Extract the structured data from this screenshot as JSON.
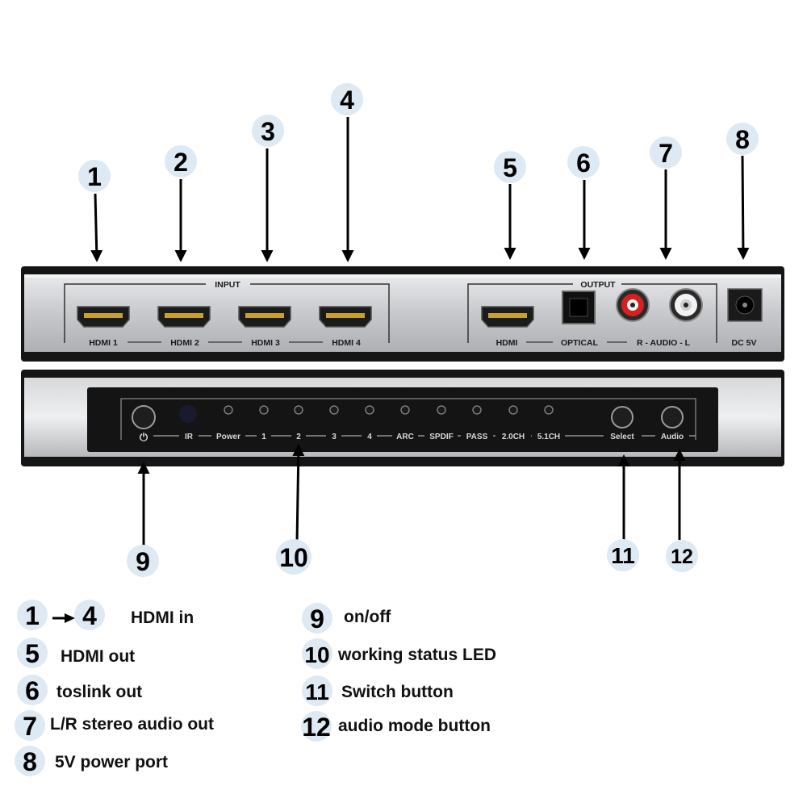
{
  "device": {
    "rear_panel": {
      "input_group_label": "INPUT",
      "output_group_label": "OUTPUT",
      "ports": [
        {
          "label": "HDMI 1"
        },
        {
          "label": "HDMI 2"
        },
        {
          "label": "HDMI 3"
        },
        {
          "label": "HDMI 4"
        },
        {
          "label": "HDMI"
        },
        {
          "label": "OPTICAL"
        },
        {
          "label": "R - AUDIO - L"
        },
        {
          "label": "DC 5V"
        }
      ]
    },
    "front_panel": {
      "power_symbol": "⏻",
      "indicators": [
        "IR",
        "Power",
        "1",
        "2",
        "3",
        "4",
        "ARC",
        "SPDIF",
        "PASS",
        "2.0CH",
        "5.1CH"
      ],
      "select_label": "Select",
      "audio_label": "Audio"
    }
  },
  "callouts": [
    "1",
    "2",
    "3",
    "4",
    "5",
    "6",
    "7",
    "8",
    "9",
    "10",
    "11",
    "12"
  ],
  "legend": [
    {
      "num": "1",
      "num_end": "4",
      "text": "HDMI in"
    },
    {
      "num": "5",
      "text": "HDMI out"
    },
    {
      "num": "6",
      "text": "toslink out"
    },
    {
      "num": "7",
      "text": "L/R stereo audio out"
    },
    {
      "num": "8",
      "text": "5V power port"
    },
    {
      "num": "9",
      "text": "on/off"
    },
    {
      "num": "10",
      "text": "working status LED"
    },
    {
      "num": "11",
      "text": "Switch button"
    },
    {
      "num": "12",
      "text": "audio mode button"
    }
  ],
  "colors": {
    "bubble": "#dde9f3",
    "panel_silver": "#cfd0d2",
    "panel_dark": "#151515",
    "rca_red": "#d42020"
  }
}
